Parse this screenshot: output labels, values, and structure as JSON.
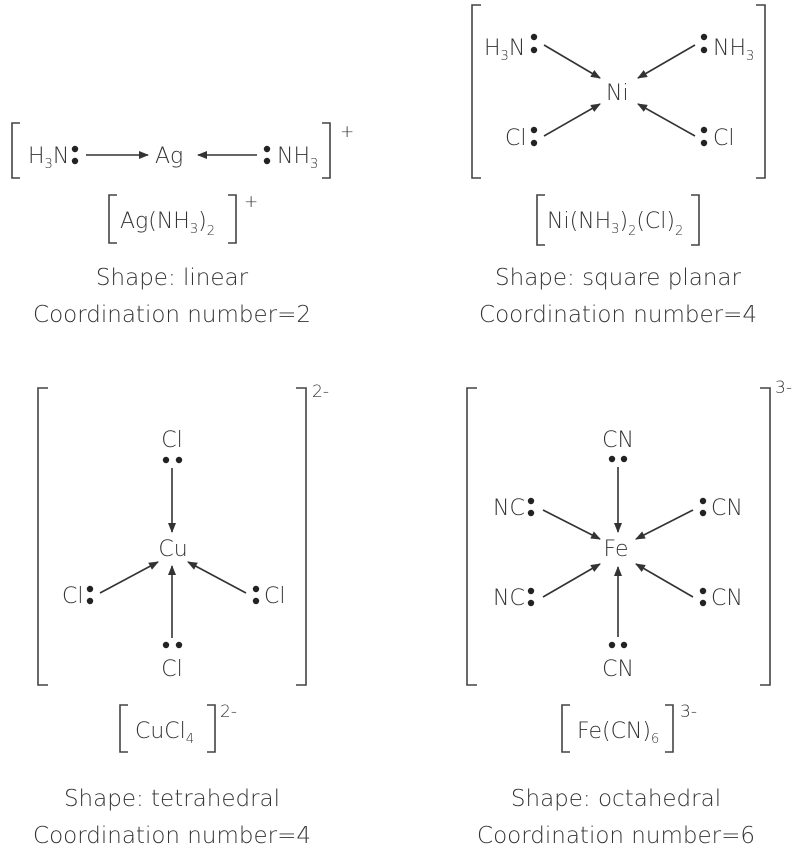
{
  "panels": [
    {
      "shape": "Shape: linear",
      "coordination": "Coordination number=2",
      "metal": "Ag",
      "charge": "+",
      "ligands": {
        "left": {
          "a": "H",
          "s": "3",
          "b": "N"
        },
        "right": {
          "a": "NH",
          "s": "3"
        }
      },
      "formula": {
        "a": "Ag(NH",
        "s1": "3",
        "b": ")",
        "s2": "2"
      }
    },
    {
      "shape": "Shape: square planar",
      "coordination": "Coordination number=4",
      "metal": "Ni",
      "ligands": {
        "tl": {
          "a": "H",
          "s": "3",
          "b": "N"
        },
        "tr": {
          "a": "NH",
          "s": "3"
        },
        "bl": "Cl",
        "br": "Cl"
      },
      "formula": {
        "a": "Ni(NH",
        "s1": "3",
        "b": ")",
        "s2": "2",
        "c": "(Cl)",
        "s3": "2"
      }
    },
    {
      "shape": "Shape: tetrahedral",
      "coordination": "Coordination number=4",
      "metal": "Cu",
      "charge": "2-",
      "ligands": {
        "top": "Cl",
        "left": "Cl",
        "right": "Cl",
        "bottom": "Cl"
      },
      "formula": {
        "a": "CuCl",
        "s1": "4"
      }
    },
    {
      "shape": "Shape: octahedral",
      "coordination": "Coordination number=6",
      "metal": "Fe",
      "charge": "3-",
      "ligands": {
        "top": "CN",
        "tl": "NC",
        "tr": "CN",
        "bl": "NC",
        "br": "CN",
        "bottom": "CN"
      },
      "formula": {
        "a": "Fe(CN)",
        "s1": "6"
      }
    }
  ]
}
